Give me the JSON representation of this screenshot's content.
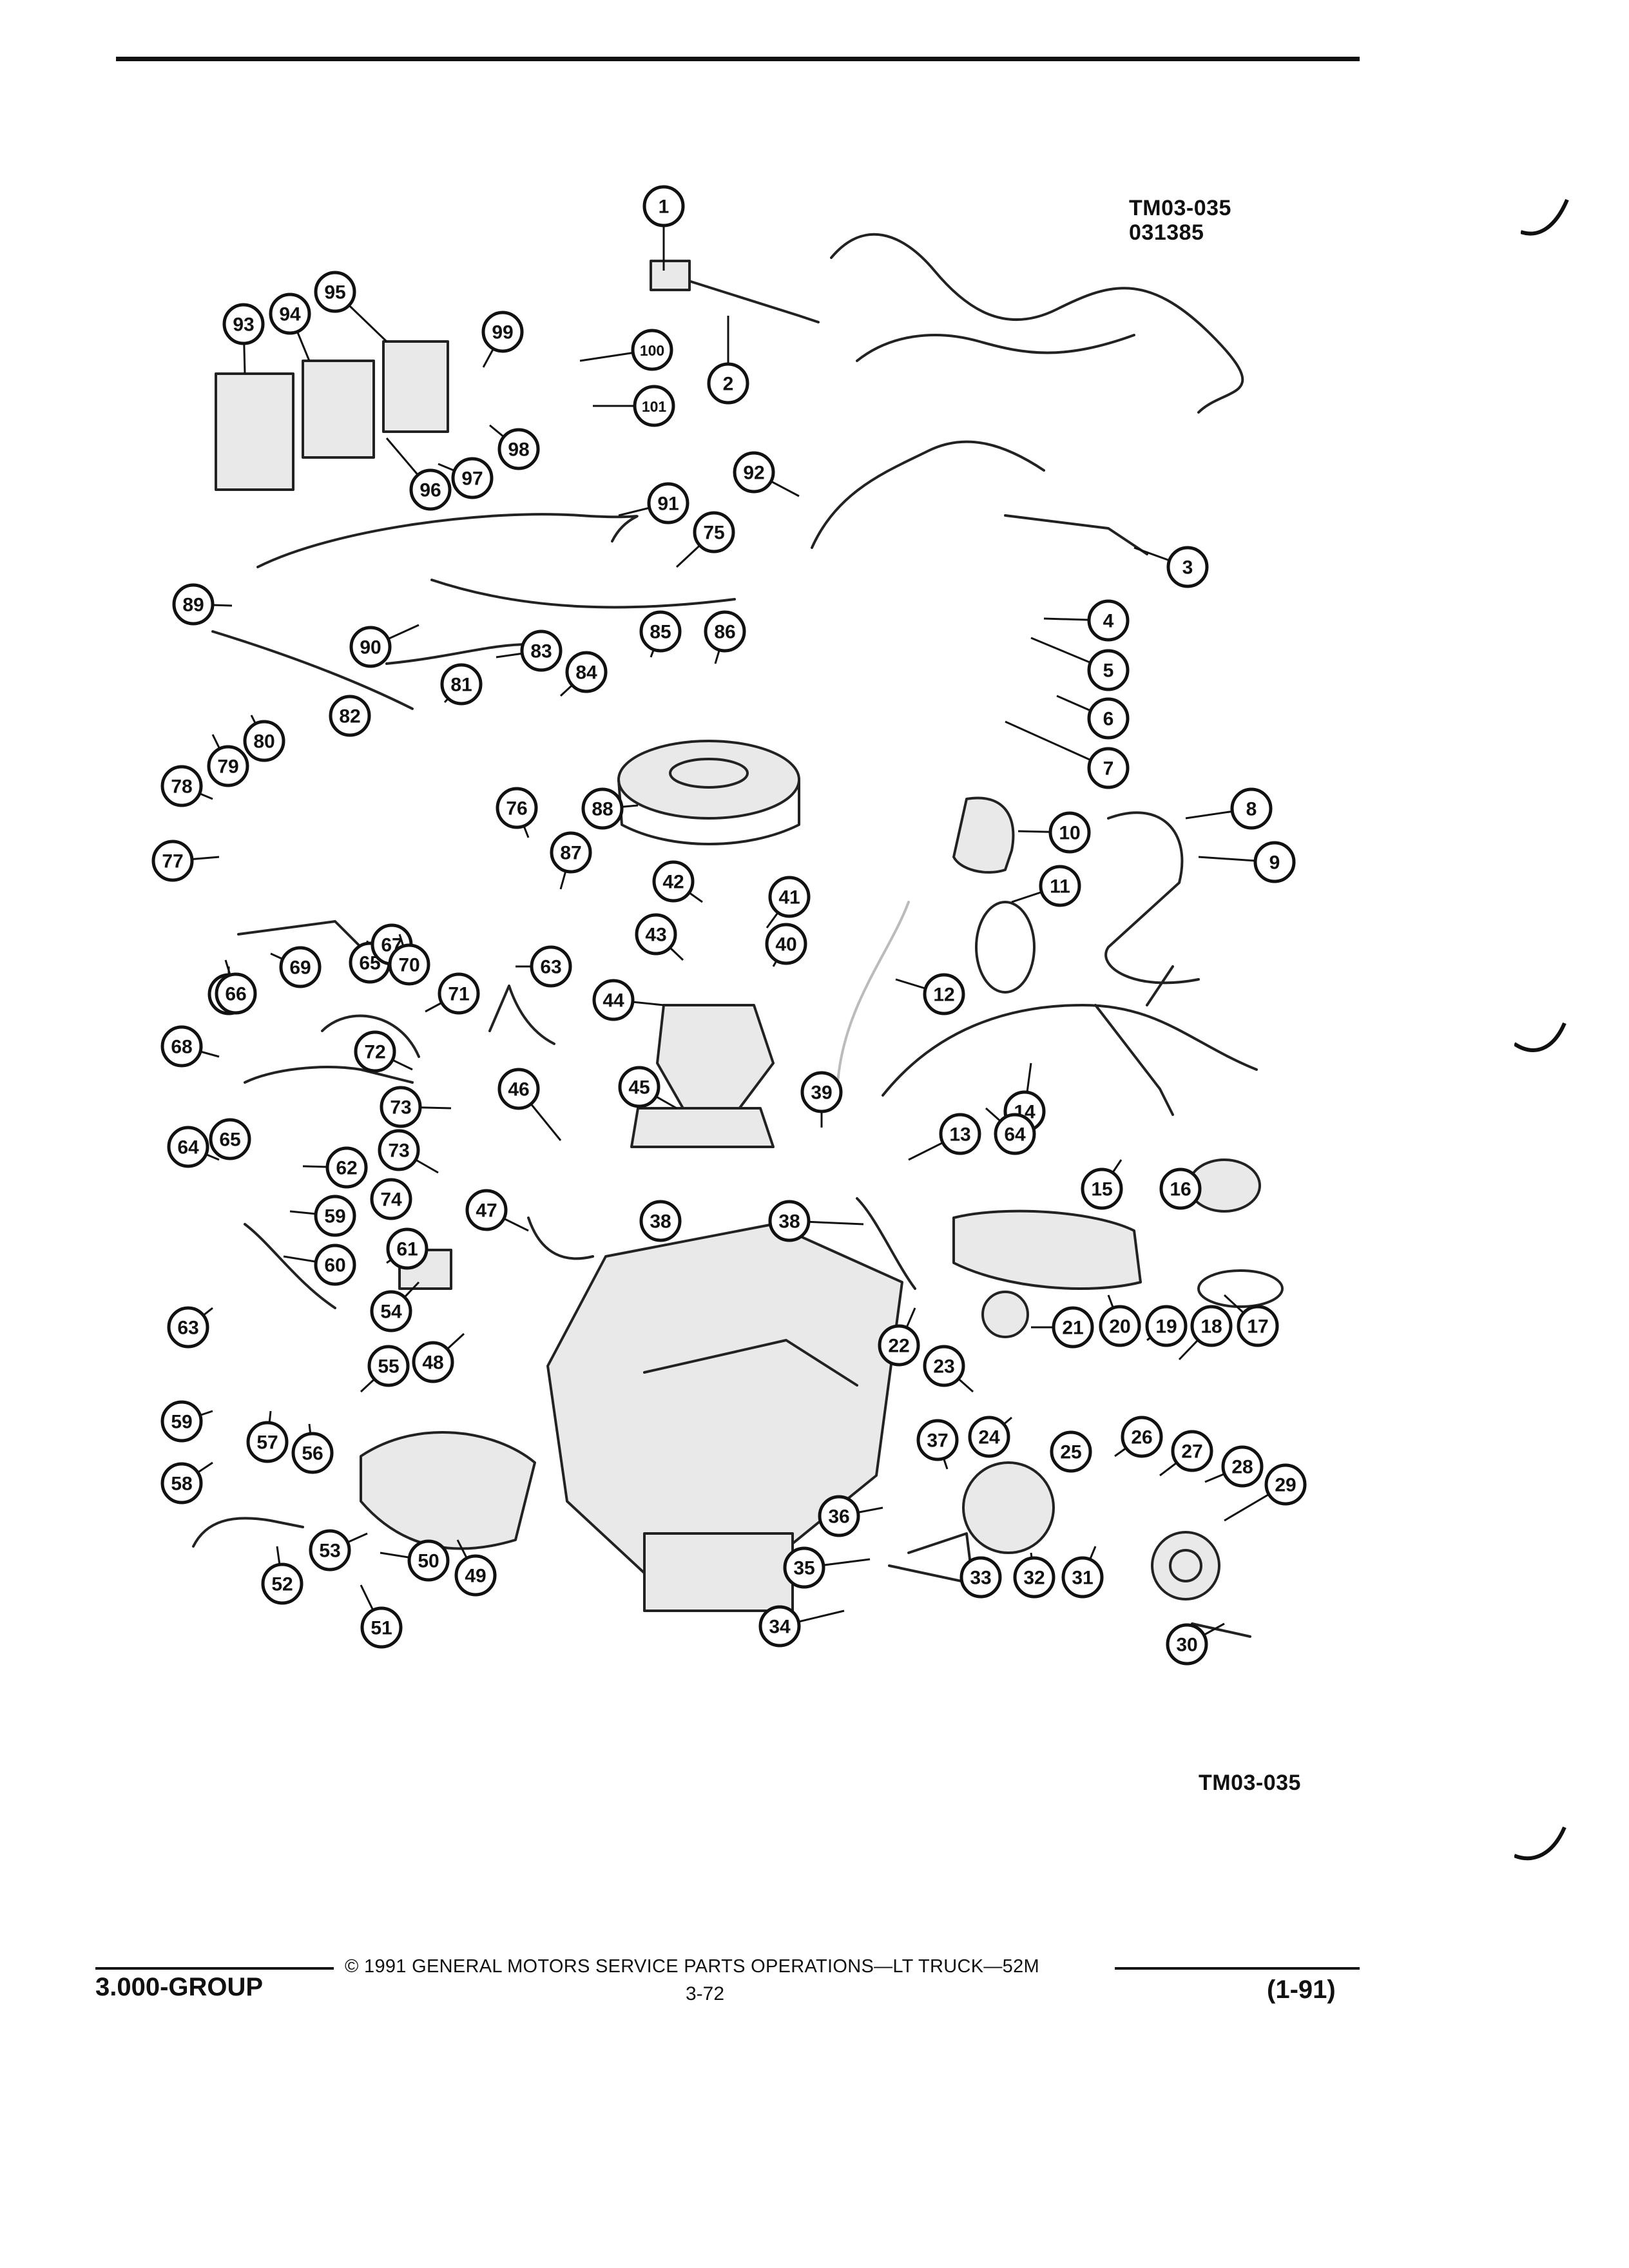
{
  "figure": {
    "ref_top": "TM03-035",
    "ref_code": "031385",
    "ref_bottom": "TM03-035"
  },
  "callouts": [
    "1",
    "2",
    "3",
    "4",
    "5",
    "6",
    "7",
    "8",
    "9",
    "10",
    "11",
    "12",
    "13",
    "14",
    "15",
    "16",
    "17",
    "18",
    "19",
    "20",
    "21",
    "22",
    "23",
    "24",
    "25",
    "26",
    "27",
    "28",
    "29",
    "30",
    "31",
    "32",
    "33",
    "34",
    "35",
    "36",
    "37",
    "38",
    "38",
    "39",
    "40",
    "41",
    "42",
    "43",
    "44",
    "45",
    "46",
    "47",
    "48",
    "49",
    "50",
    "51",
    "52",
    "53",
    "54",
    "55",
    "56",
    "57",
    "58",
    "59",
    "59",
    "60",
    "61",
    "62",
    "63",
    "63",
    "64",
    "64",
    "65",
    "65",
    "65",
    "66",
    "67",
    "68",
    "69",
    "70",
    "71",
    "72",
    "73",
    "73",
    "74",
    "75",
    "76",
    "77",
    "78",
    "79",
    "80",
    "81",
    "82",
    "83",
    "84",
    "85",
    "86",
    "87",
    "88",
    "89",
    "90",
    "91",
    "92",
    "93",
    "94",
    "95",
    "96",
    "97",
    "98",
    "99",
    "100",
    "101"
  ],
  "footer": {
    "copyright": "© 1991 GENERAL MOTORS SERVICE PARTS OPERATIONS—LT TRUCK—52M",
    "group": "3.000-GROUP",
    "page": "3-72",
    "revision": "(1-91)"
  }
}
